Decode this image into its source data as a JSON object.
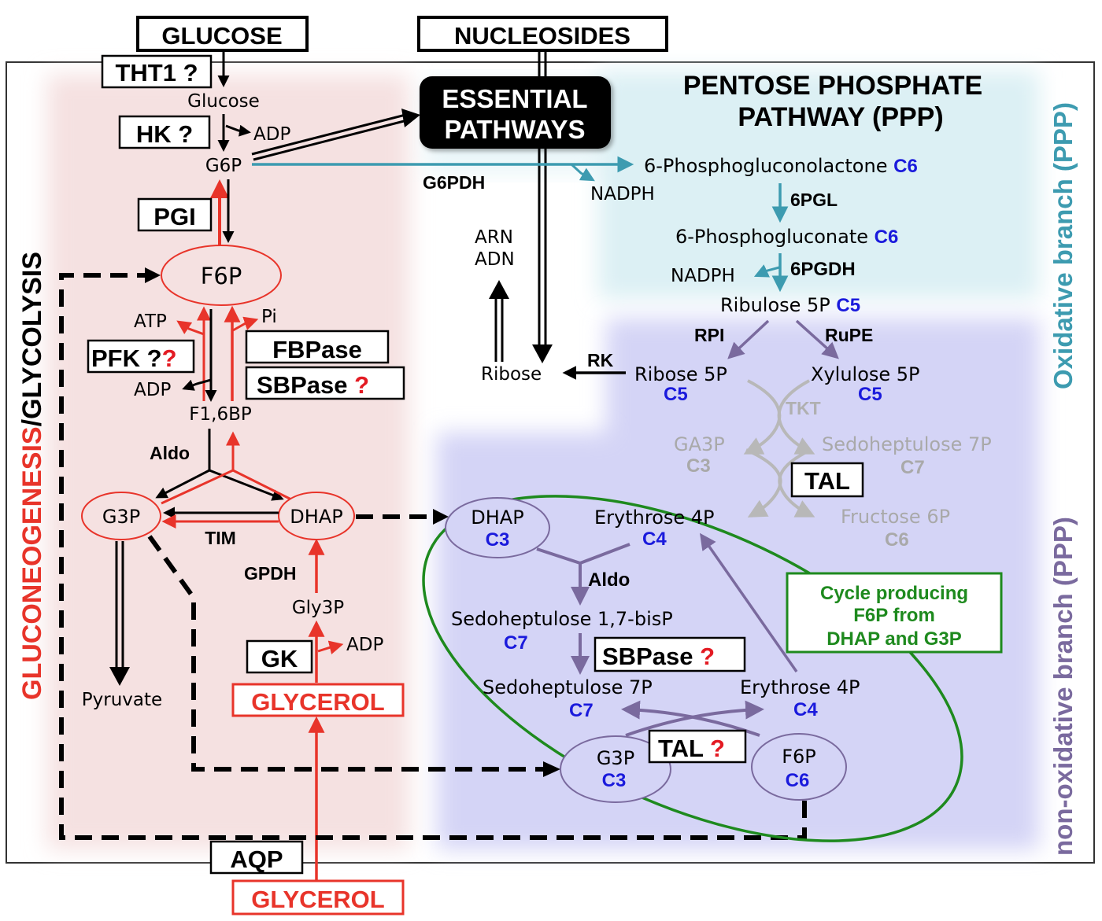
{
  "title": "Glycolysis / Gluconeogenesis and Pentose Phosphate Pathway",
  "colors": {
    "gluconeogenesis_red": "#e8342a",
    "ppp_teal": "#3d9bb0",
    "nonox_purple": "#7a6a9e",
    "carbon_blue": "#1a1adc",
    "cycle_green": "#1e8a1e",
    "glycolysis_bg": "#f5e1e1",
    "oxidative_bg": "#dcf0f4",
    "nonox_bg": "#d4d4f6",
    "question_red": "#e31b23"
  },
  "external": {
    "glucose": "GLUCOSE",
    "nucleosides": "NUCLEOSIDES",
    "glycerol_inside": "GLYCEROL",
    "glycerol_outside": "GLYCEROL"
  },
  "transporters": {
    "tht1": "THT1 ?",
    "aqp": "AQP"
  },
  "essential_pathways": [
    "ESSENTIAL",
    "PATHWAYS"
  ],
  "ppp_title": [
    "PENTOSE PHOSPHATE",
    "PATHWAY (PPP)"
  ],
  "side_labels": {
    "left_red": "GLUCONEOGENESIS",
    "left_black": "/GLYCOLYSIS",
    "oxidative": "Oxidative branch (PPP)",
    "nonoxidative": "non-oxidative branch (PPP)"
  },
  "glycolysis": {
    "glucose": "Glucose",
    "hk": "HK ?",
    "adp1": "ADP",
    "g6p": "G6P",
    "pgi": "PGI",
    "f6p": "F6P",
    "atp": "ATP",
    "pi": "Pi",
    "pfk": "PFK ?",
    "pfk_q": "?",
    "adp2": "ADP",
    "fbpase": "FBPase",
    "sbpase": "SBPase",
    "sbpase_q": "?",
    "f16bp": "F1,6BP",
    "aldo": "Aldo",
    "g3p": "G3P",
    "dhap": "DHAP",
    "tim": "TIM",
    "gpdh": "GPDH",
    "gly3p": "Gly3P",
    "gk": "GK",
    "adp3": "ADP",
    "pyruvate": "Pyruvate"
  },
  "oxidative": {
    "g6pdh": "G6PDH",
    "nadph1": "NADPH",
    "pgl_lactone": "6-Phosphogluconolactone",
    "pgl_lactone_c": "C6",
    "pgl": "6PGL",
    "pgluconate": "6-Phosphogluconate",
    "pgluconate_c": "C6",
    "pgdh": "6PGDH",
    "nadph2": "NADPH",
    "ribulose": "Ribulose 5P",
    "ribulose_c": "C5"
  },
  "nucleotide": {
    "arn": "ARN",
    "adn": "ADN",
    "ribose": "Ribose",
    "rk": "RK"
  },
  "nonoxidative": {
    "rpi": "RPI",
    "rupe": "RuPE",
    "ribose5p": "Ribose 5P",
    "ribose5p_c": "C5",
    "xylulose5p": "Xylulose 5P",
    "xylulose5p_c": "C5",
    "tkt": "TKT",
    "ga3p": "GA3P",
    "ga3p_c": "C3",
    "sedo7p_top": "Sedoheptulose 7P",
    "sedo7p_top_c": "C7",
    "tal": "TAL",
    "fructose6p": "Fructose 6P",
    "fructose6p_c": "C6"
  },
  "cycle": {
    "dhap": "DHAP",
    "dhap_c": "C3",
    "ery4p_top": "Erythrose 4P",
    "ery4p_top_c": "C4",
    "aldo": "Aldo",
    "sbp": "Sedoheptulose 1,7-bisP",
    "sbp_c": "C7",
    "sbpase": "SBPase",
    "sbpase_q": "?",
    "sedo7p": "Sedoheptulose 7P",
    "sedo7p_c": "C7",
    "ery4p": "Erythrose 4P",
    "ery4p_c": "C4",
    "g3p": "G3P",
    "g3p_c": "C3",
    "tal": "TAL",
    "tal_q": "?",
    "f6p": "F6P",
    "f6p_c": "C6",
    "caption": [
      "Cycle producing",
      "F6P from",
      "DHAP and G3P"
    ]
  }
}
